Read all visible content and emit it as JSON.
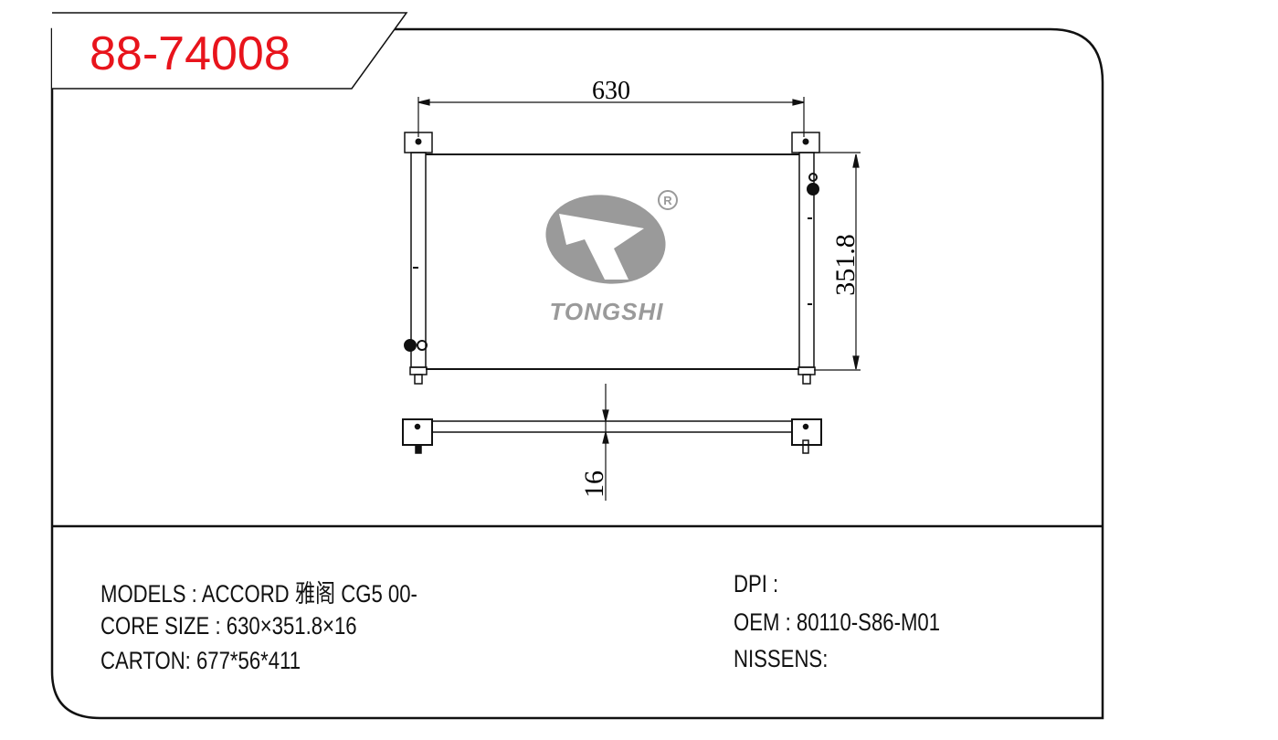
{
  "part_number": "88-74008",
  "brand": {
    "logo_text": "TONGSHI",
    "registered_mark": "R"
  },
  "dimensions": {
    "width": "630",
    "height": "351.8",
    "thickness": "16"
  },
  "specs_left": [
    "MODELS : ACCORD 雅阁 CG5 00-",
    "CORE SIZE : 630×351.8×16",
    "CARTON: 677*56*411"
  ],
  "specs_right": [
    "DPI :",
    "OEM : 80110-S86-M01",
    "NISSENS:"
  ],
  "colors": {
    "part_number": "#e8141c",
    "logo": "#9a9a9a",
    "line": "#111111"
  }
}
